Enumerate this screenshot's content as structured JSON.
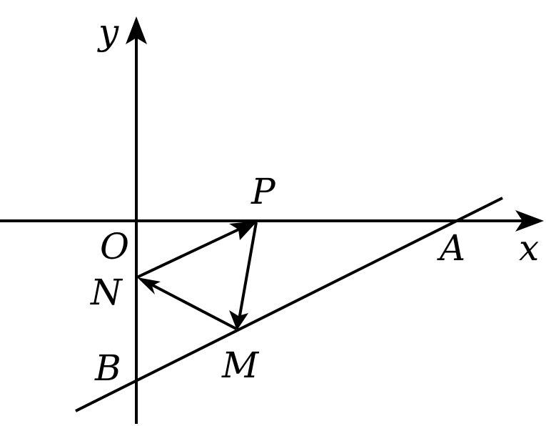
{
  "labels": {
    "y_axis": "y",
    "x_axis": "x",
    "origin": "O",
    "point_p": "P",
    "point_a": "A",
    "point_n": "N",
    "point_b": "B",
    "point_m": "M"
  },
  "colors": {
    "stroke": "#000000",
    "background": "#ffffff"
  }
}
